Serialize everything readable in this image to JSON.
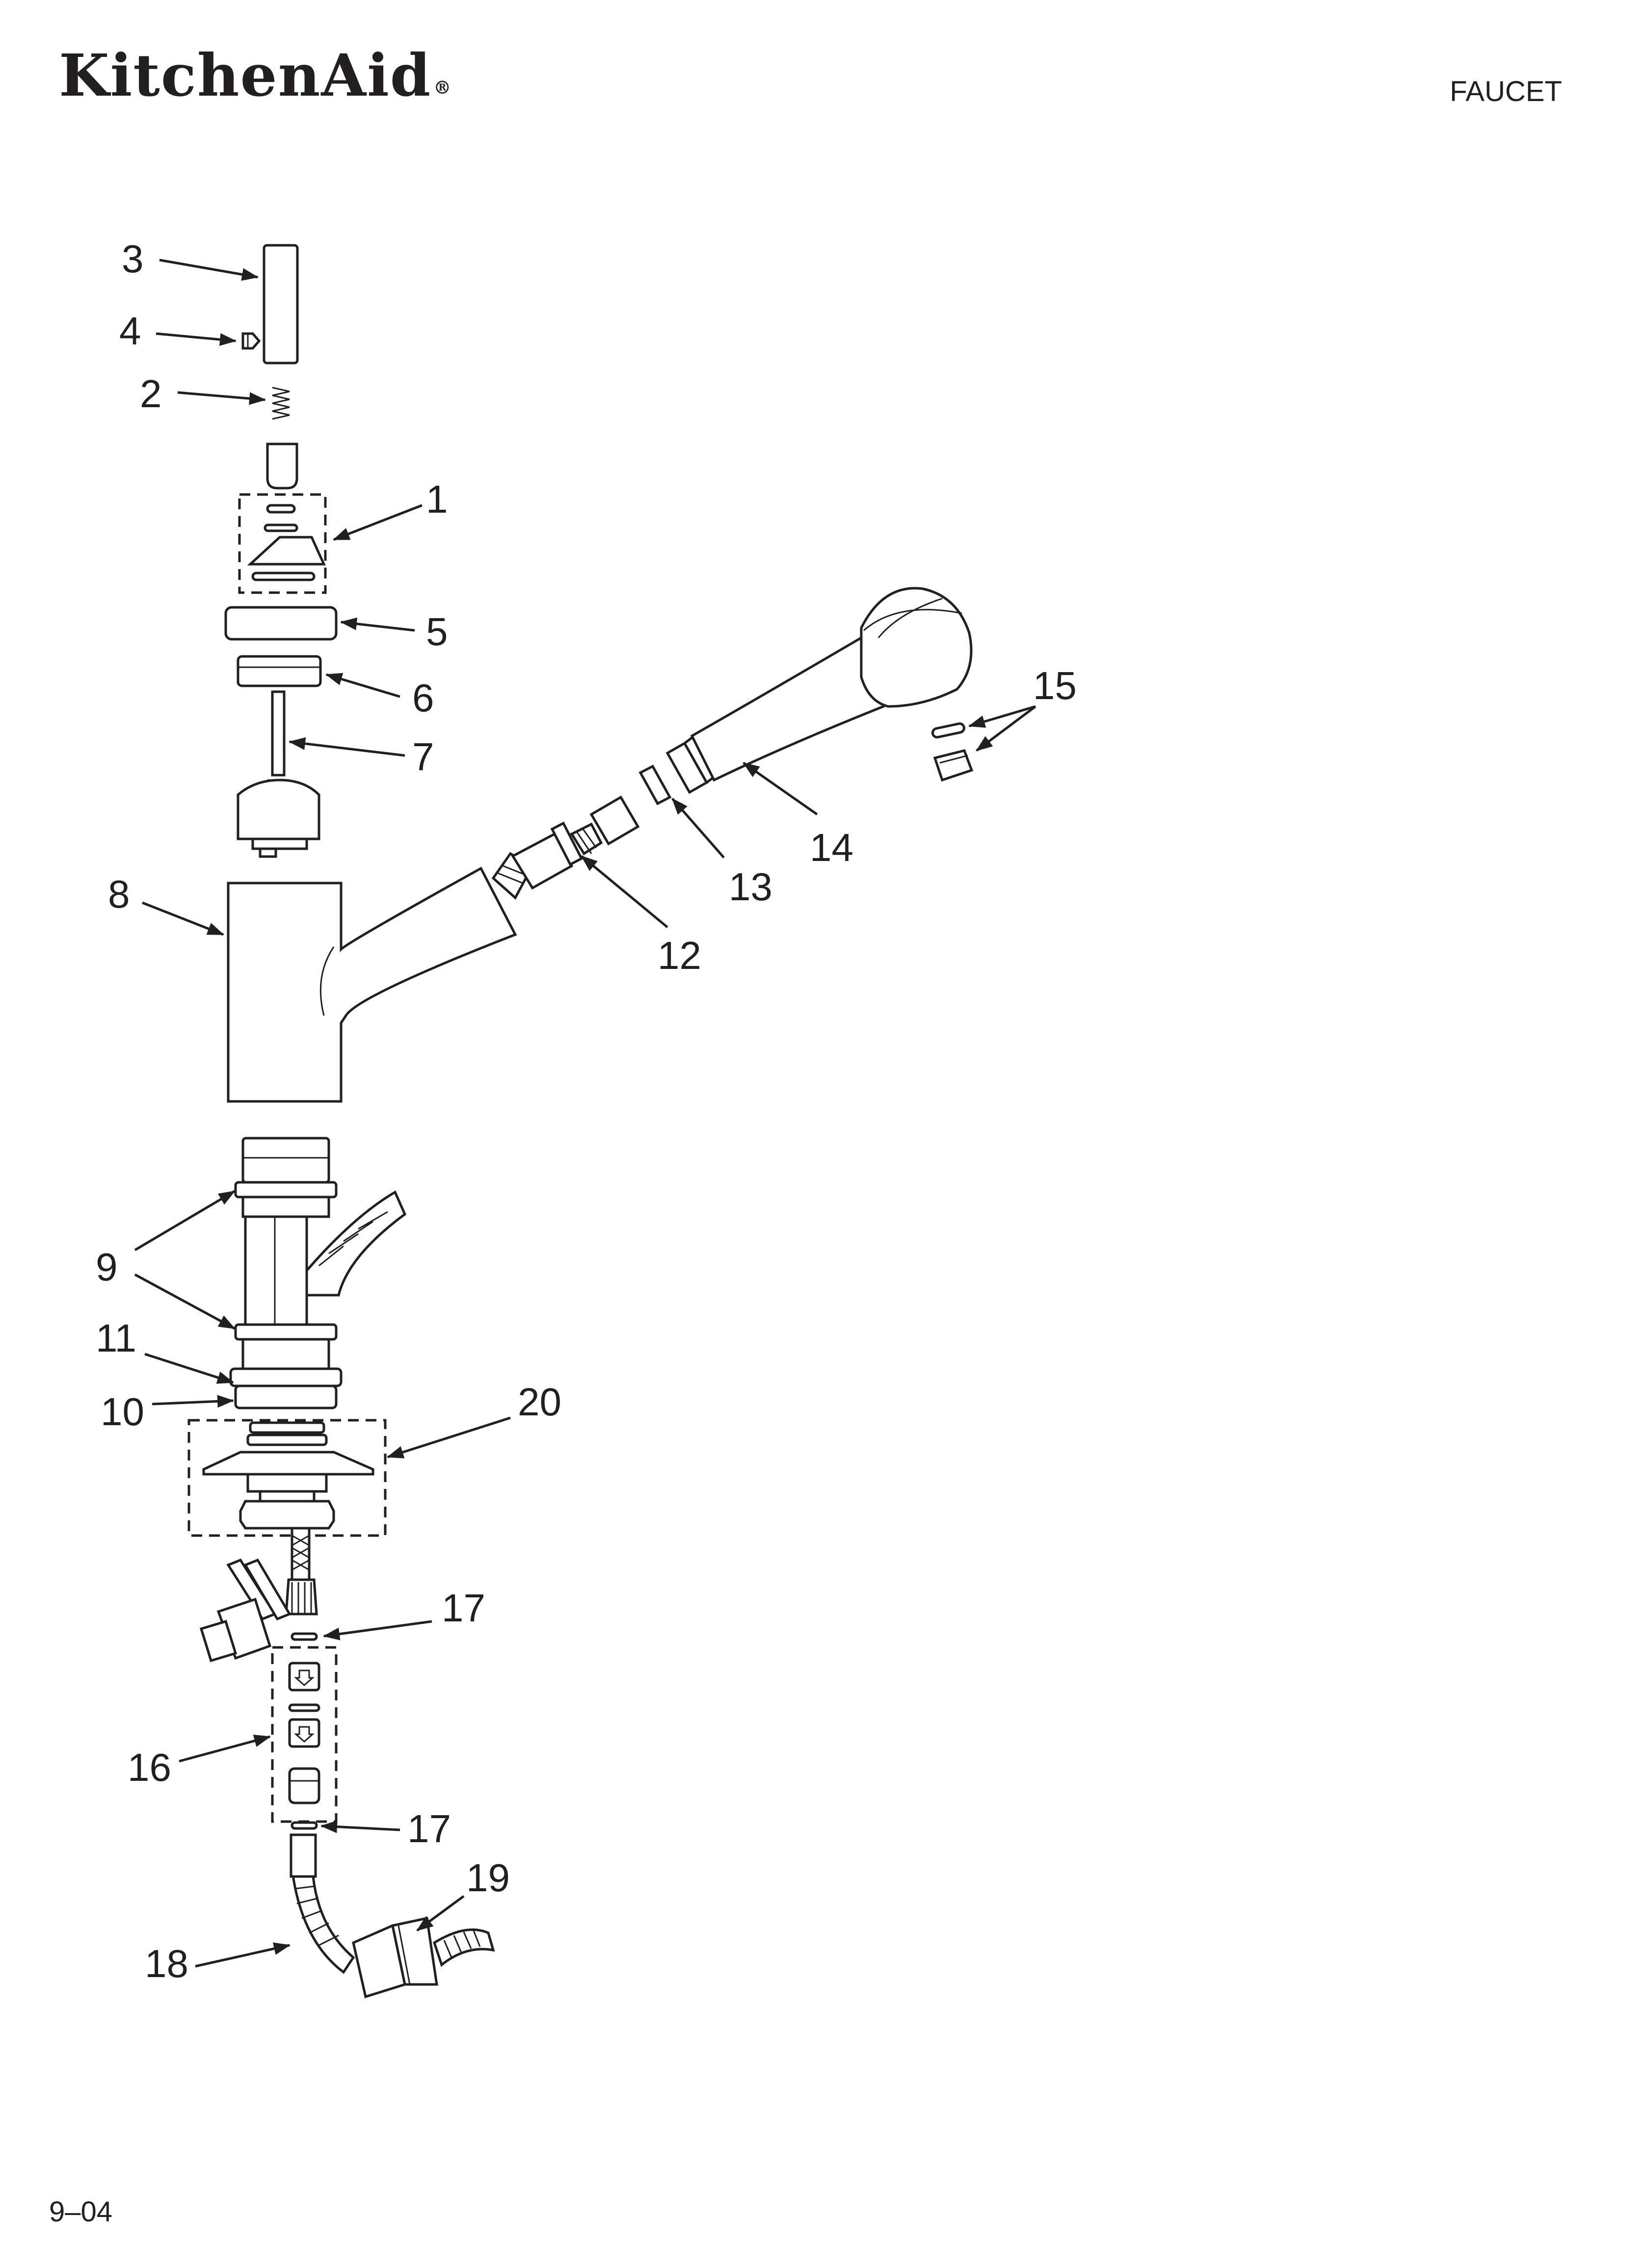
{
  "header": {
    "brand": "KitchenAid",
    "brand_mark": "®",
    "section": "FAUCET"
  },
  "footer": {
    "date_code": "9–04"
  },
  "diagram": {
    "callouts": [
      "1",
      "2",
      "3",
      "4",
      "5",
      "6",
      "7",
      "8",
      "9",
      "10",
      "11",
      "12",
      "13",
      "14",
      "15",
      "16",
      "17",
      "17",
      "18",
      "19",
      "20"
    ]
  }
}
